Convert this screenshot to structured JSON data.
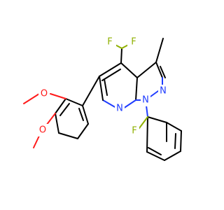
{
  "colors": {
    "background": "#ffffff",
    "bond": "#000000",
    "nitrogen": "#1f3cff",
    "fluorine": "#8fb000",
    "oxygen": "#ff1a1a"
  },
  "atoms": {
    "f_top_left": "F",
    "f_top_right": "F",
    "n_pyrazole_top": "N",
    "n_pyrazole_bottom": "N",
    "n_pyridine": "N",
    "f_aryl": "F",
    "o_methoxy_top": "O",
    "o_methoxy_bottom": "O"
  }
}
